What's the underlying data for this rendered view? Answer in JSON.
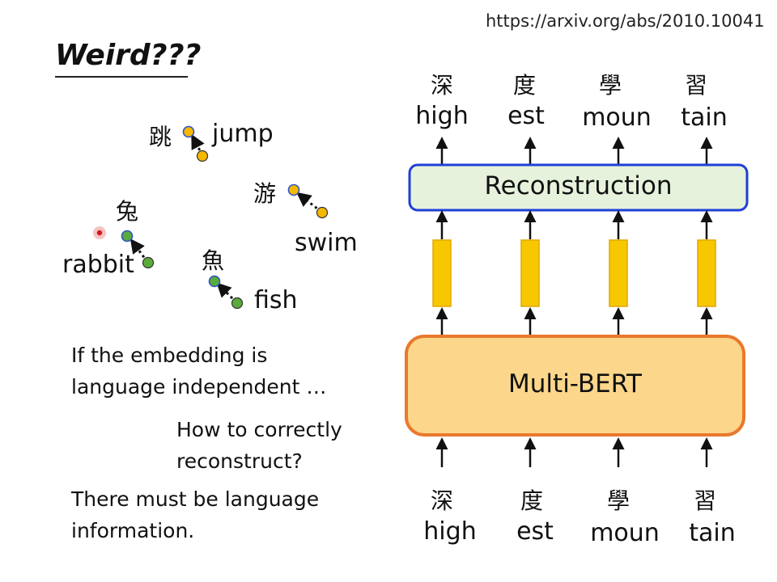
{
  "url": "https://arxiv.org/abs/2010.10041",
  "title": "Weird???",
  "embedding_words": {
    "jump_zh": "跳",
    "jump_en": "jump",
    "swim_zh": "游",
    "swim_en": "swim",
    "rabbit_zh": "兔",
    "rabbit_en": "rabbit",
    "fish_zh": "魚",
    "fish_en": "fish"
  },
  "text": {
    "p1_line1": "If the embedding is",
    "p1_line2": "language independent …",
    "p2_line1": "How to correctly",
    "p2_line2": "reconstruct?",
    "p3_line1": "There must be language",
    "p3_line2": "information."
  },
  "diagram": {
    "reconstruction_label": "Reconstruction",
    "encoder_label": "Multi-BERT",
    "top_tokens": [
      {
        "zh": "深",
        "en": "high"
      },
      {
        "zh": "度",
        "en": "est"
      },
      {
        "zh": "學",
        "en": "moun"
      },
      {
        "zh": "習",
        "en": "tain"
      }
    ],
    "bottom_tokens": [
      {
        "zh": "深",
        "en": "high"
      },
      {
        "zh": "度",
        "en": "est"
      },
      {
        "zh": "學",
        "en": "moun"
      },
      {
        "zh": "習",
        "en": "tain"
      }
    ]
  },
  "colors": {
    "orange_dot": "#f5b800",
    "green_dot": "#5aab3c",
    "blue_ring": "#2f54c8",
    "recon_fill": "#e6f2dc",
    "recon_border": "#1f3fd6",
    "bert_fill": "#fcd68a",
    "bert_border": "#e8792c",
    "vector_fill": "#f7c800"
  }
}
